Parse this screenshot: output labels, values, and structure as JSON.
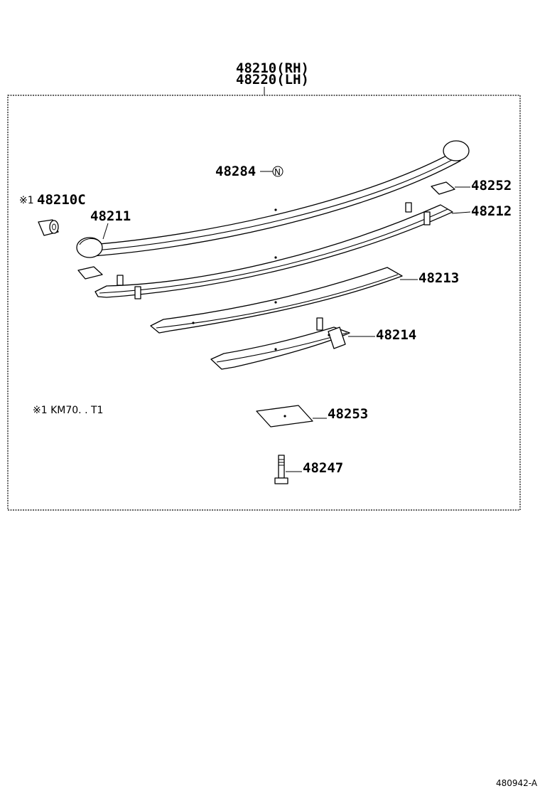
{
  "assembly": {
    "rh_label": "48210(RH)",
    "lh_label": "48220(LH)"
  },
  "parts": {
    "p48284": "48284",
    "p48284_symbol": "N",
    "p48210c_mark": "※1",
    "p48210c": "48210C",
    "p48211": "48211",
    "p48252": "48252",
    "p48212": "48212",
    "p48213": "48213",
    "p48214": "48214",
    "p48253": "48253",
    "p48247": "48247"
  },
  "note": {
    "text": "※1 KM70. . T1"
  },
  "figure_id": "480942-A"
}
